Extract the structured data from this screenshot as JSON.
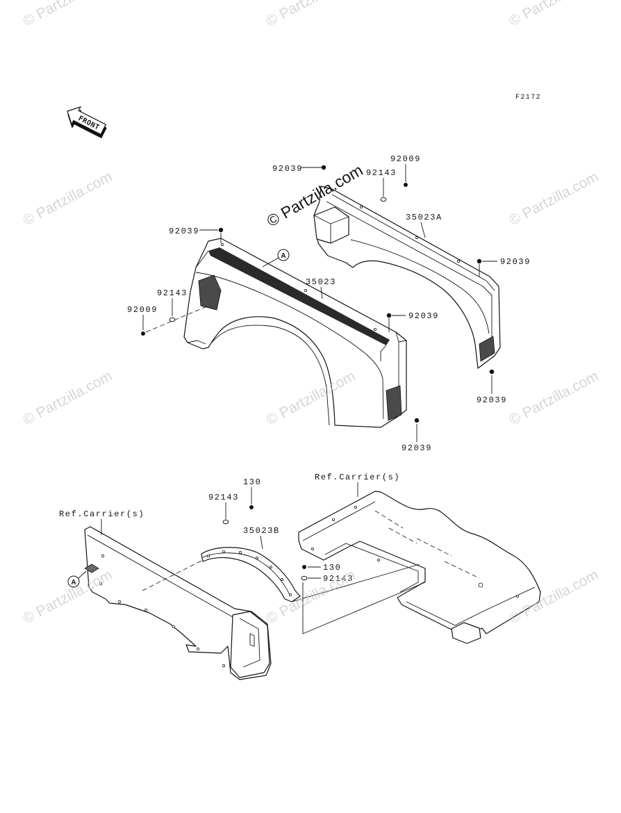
{
  "figure_code": "F2172",
  "front_arrow_label": "FRONT",
  "watermark_text": "© Partzilla.com",
  "callouts": [
    {
      "part_number": "92039"
    },
    {
      "part_number": "92009"
    },
    {
      "part_number": "92143"
    },
    {
      "part_number": "35023A"
    },
    {
      "part_number": "92039"
    },
    {
      "part_number": "92039"
    },
    {
      "part_number": "35023"
    },
    {
      "part_number": "92143"
    },
    {
      "part_number": "92009"
    },
    {
      "part_number": "92039"
    },
    {
      "part_number": "92039"
    },
    {
      "part_number": "92039"
    },
    {
      "part_number": "130"
    },
    {
      "part_number": "92143"
    },
    {
      "part_number": "35023B"
    },
    {
      "part_number": "130"
    },
    {
      "part_number": "92143"
    }
  ],
  "references": [
    "Ref.Carrier(s)",
    "Ref.Carrier(s)"
  ],
  "markers": [
    "A",
    "A"
  ]
}
